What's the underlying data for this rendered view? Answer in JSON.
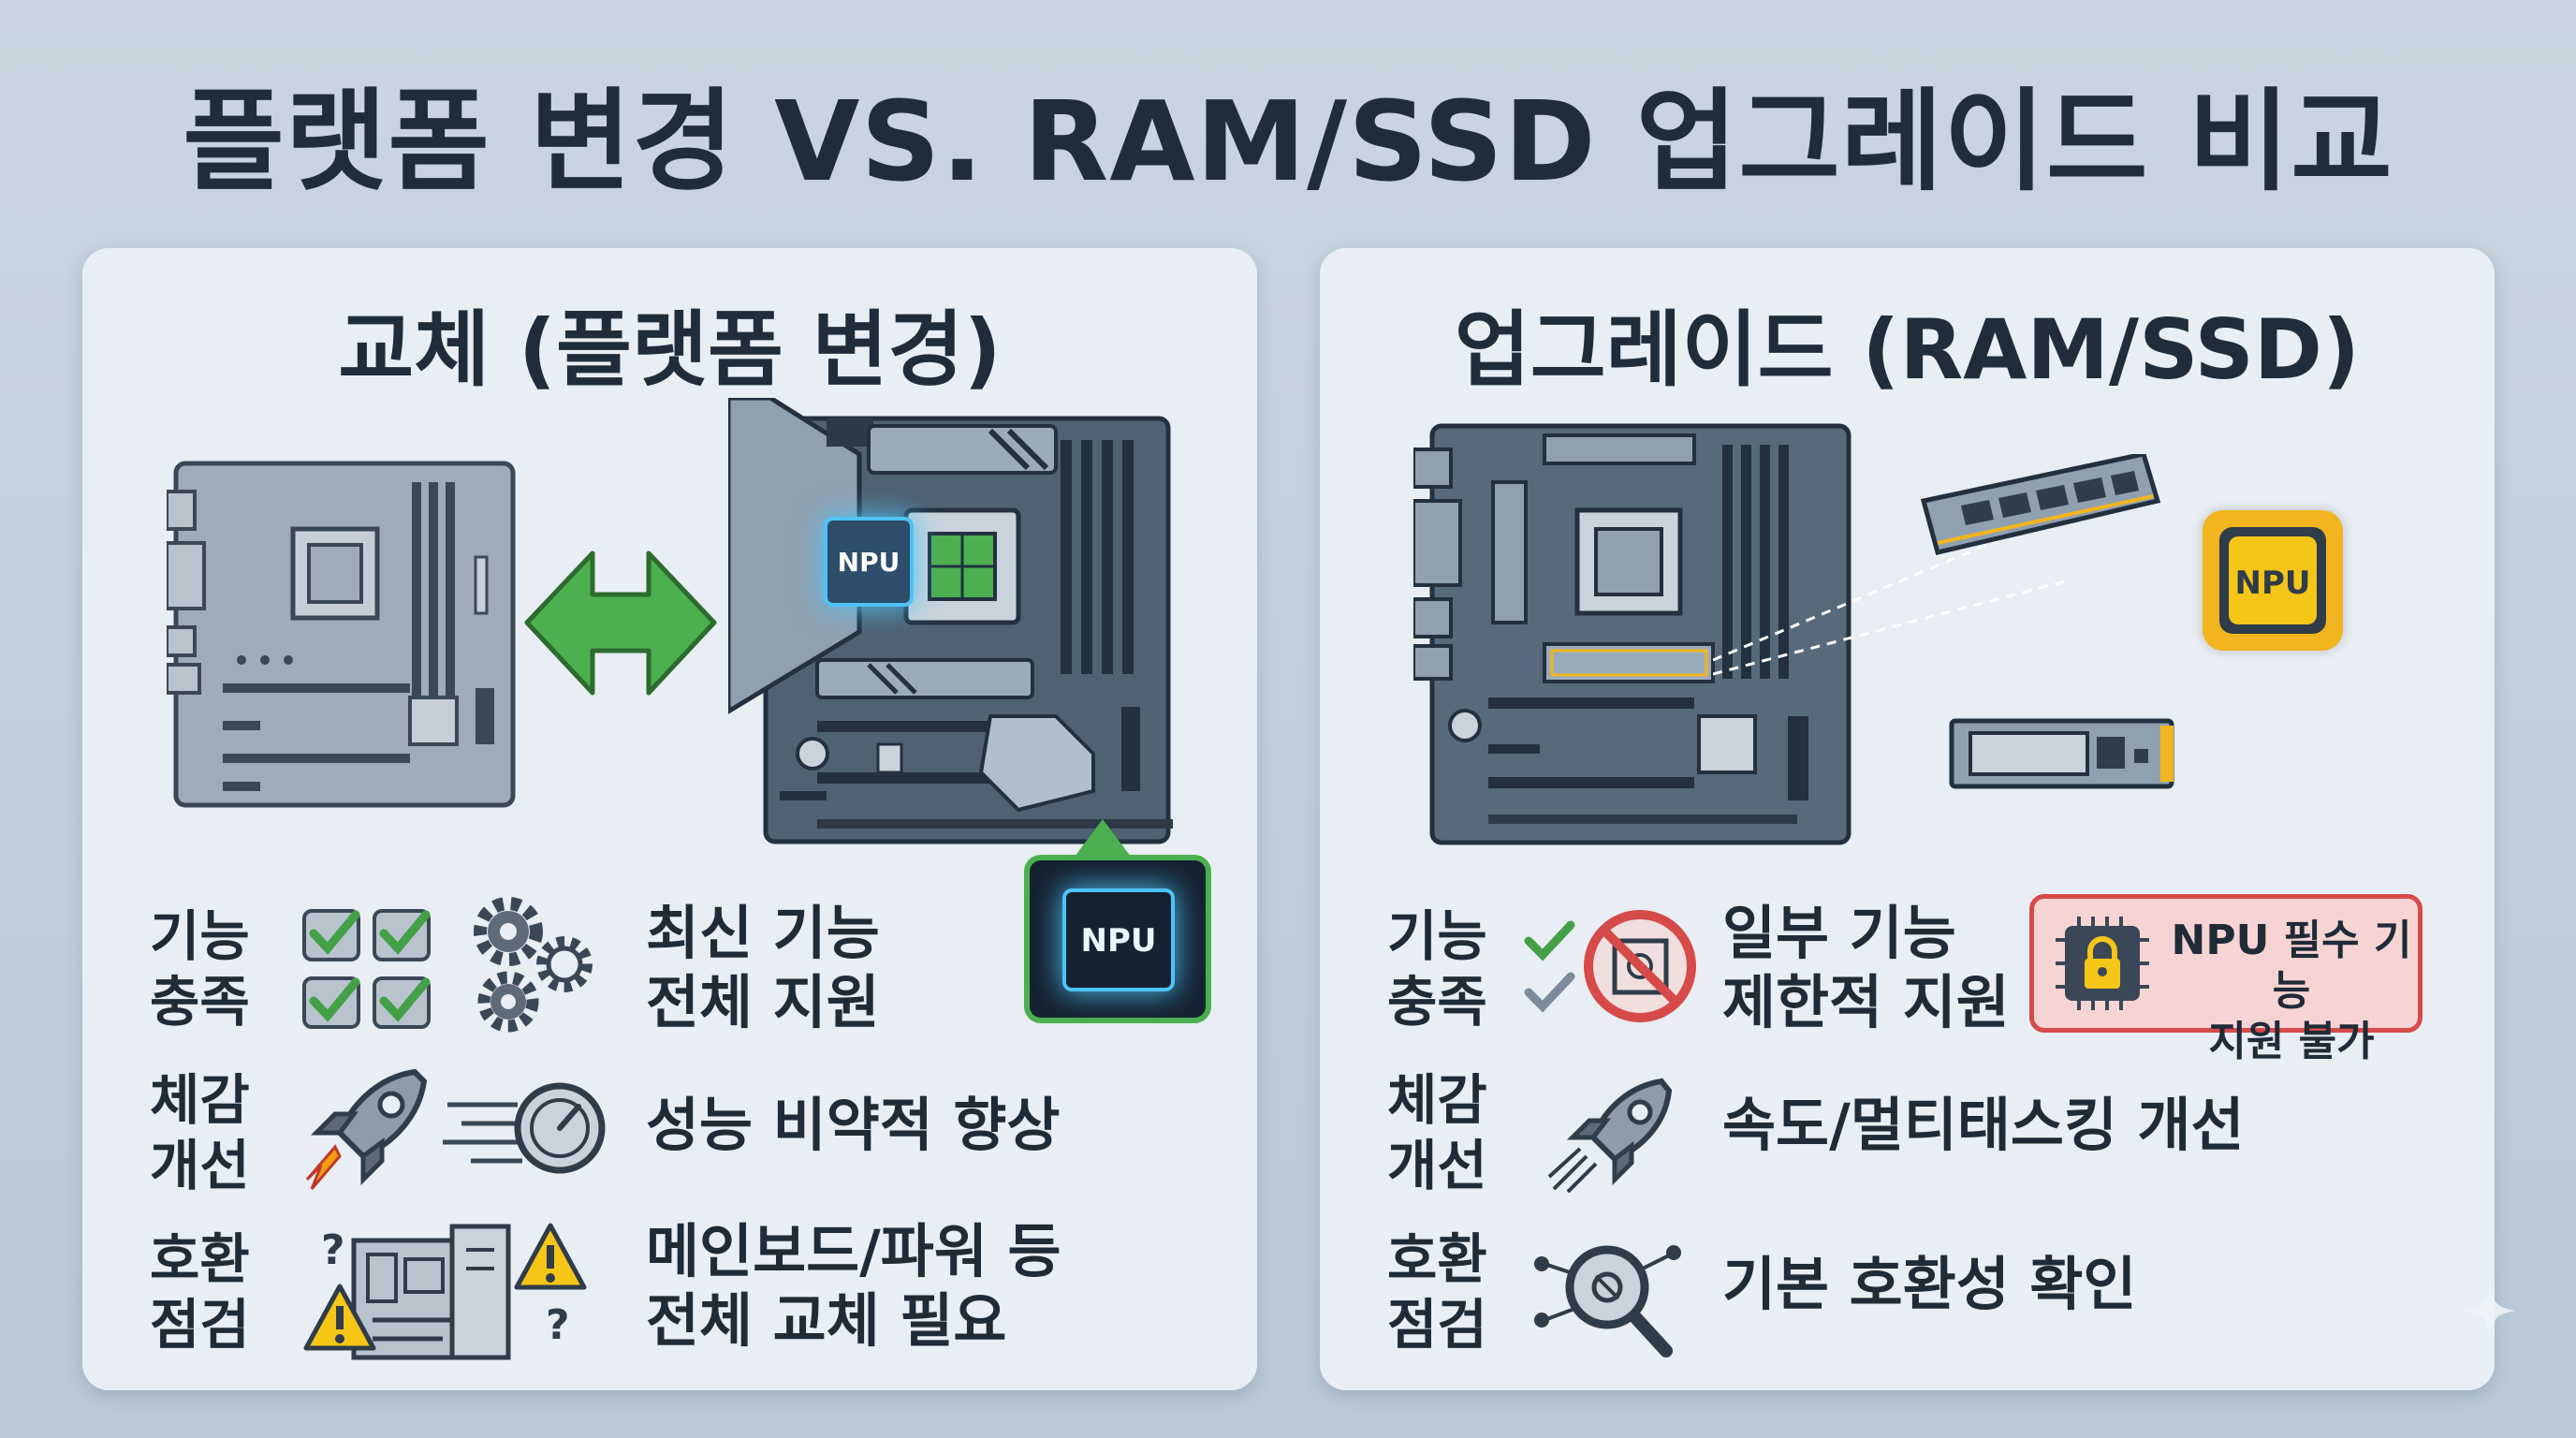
{
  "title": "플랫폼 변경 VS. RAM/SSD 업그레이드 비교",
  "left_panel": {
    "title": "교체 (플랫폼 변경)",
    "npu_label": "NPU",
    "npu_badge_label": "NPU",
    "rows": [
      {
        "label_line1": "기능",
        "label_line2": "충족",
        "text_line1": "최신 기능",
        "text_line2": "전체 지원"
      },
      {
        "label_line1": "체감",
        "label_line2": "개선",
        "text_line1": "성능 비약적 향상",
        "text_line2": ""
      },
      {
        "label_line1": "호환",
        "label_line2": "점검",
        "text_line1": "메인보드/파워 등",
        "text_line2": "전체 교체 필요"
      }
    ]
  },
  "right_panel": {
    "title": "업그레이드 (RAM/SSD)",
    "npu_label": "NPU",
    "warning_line1": "NPU 필수 기능",
    "warning_line2": "지원 불가",
    "rows": [
      {
        "label_line1": "기능",
        "label_line2": "충족",
        "text_line1": "일부 기능",
        "text_line2": "제한적 지원"
      },
      {
        "label_line1": "체감",
        "label_line2": "개선",
        "text_line1": "속도/멀티태스킹 개선",
        "text_line2": ""
      },
      {
        "label_line1": "호환",
        "label_line2": "점검",
        "text_line1": "기본 호환성 확인",
        "text_line2": ""
      }
    ]
  },
  "colors": {
    "background": "#c1d0dc",
    "panel": "#e8eef3",
    "board_old": "#9aa7b4",
    "board_new": "#4f6273",
    "arrow_green": "#4caf50",
    "npu_glow": "#4fc3f7",
    "npu_gold": "#f2b51f",
    "warning_red": "#d64a4a",
    "check_green": "#43a047"
  },
  "icons": [
    "double-arrow-icon",
    "check-icon",
    "gear-icon",
    "rocket-icon",
    "speedometer-icon",
    "warning-icon",
    "question-icon",
    "no-chip-icon",
    "lock-chip-icon",
    "magnifier-icon",
    "sparkle-icon"
  ]
}
